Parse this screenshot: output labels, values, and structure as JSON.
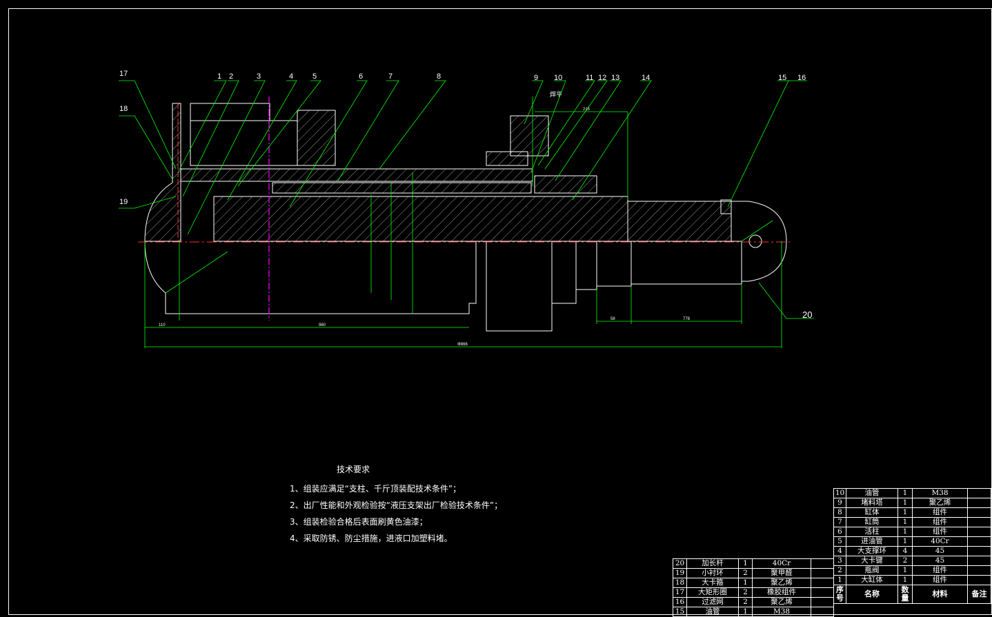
{
  "part_labels": [
    "1",
    "2",
    "3",
    "4",
    "5",
    "6",
    "7",
    "8",
    "9",
    "10",
    "11",
    "12",
    "13",
    "14",
    "15",
    "16",
    "17",
    "18",
    "19",
    "20"
  ],
  "annotation_note": "焊平",
  "dimensions": {
    "d_110": "110",
    "d_980": "980",
    "d_total": "Φ866",
    "d_58": "58",
    "d_778": "778",
    "d_top": "215"
  },
  "tech_requirements": {
    "title": "技术要求",
    "items": [
      "1、组装应满足“支柱、千斤顶装配技术条件”；",
      "2、出厂性能和外观检验按“液压支架出厂检验技术条件”；",
      "3、组装检验合格后表面刷黄色油漆；",
      "4、采取防锈、防尘措施，进液口加塑料堵。"
    ]
  },
  "bom_right": {
    "rows": [
      {
        "no": "10",
        "name": "油管",
        "qty": "1",
        "mat": "M38",
        "note": ""
      },
      {
        "no": "9",
        "name": "堵料塔",
        "qty": "1",
        "mat": "聚乙烯",
        "note": ""
      },
      {
        "no": "8",
        "name": "缸体",
        "qty": "1",
        "mat": "组件",
        "note": ""
      },
      {
        "no": "7",
        "name": "缸筒",
        "qty": "1",
        "mat": "组件",
        "note": ""
      },
      {
        "no": "6",
        "name": "活柱",
        "qty": "1",
        "mat": "组件",
        "note": ""
      },
      {
        "no": "5",
        "name": "进油管",
        "qty": "1",
        "mat": "40Cr",
        "note": ""
      },
      {
        "no": "4",
        "name": "大支撑环",
        "qty": "4",
        "mat": "45",
        "note": ""
      },
      {
        "no": "3",
        "name": "大卡键",
        "qty": "2",
        "mat": "45",
        "note": ""
      },
      {
        "no": "2",
        "name": "瓶阀",
        "qty": "1",
        "mat": "组件",
        "note": ""
      },
      {
        "no": "1",
        "name": "大缸体",
        "qty": "1",
        "mat": "组件",
        "note": ""
      }
    ],
    "header": {
      "no": "序号",
      "name": "名称",
      "qty": "数量",
      "mat": "材料",
      "note": "备注"
    }
  },
  "bom_left": {
    "rows": [
      {
        "no": "20",
        "name": "加长杆",
        "qty": "1",
        "mat": "40Cr"
      },
      {
        "no": "19",
        "name": "小衬环",
        "qty": "2",
        "mat": "聚甲醛"
      },
      {
        "no": "18",
        "name": "大卡箍",
        "qty": "1",
        "mat": "聚乙烯"
      },
      {
        "no": "17",
        "name": "大矩形圈",
        "qty": "2",
        "mat": "橡胶组件"
      },
      {
        "no": "16",
        "name": "过滤网",
        "qty": "2",
        "mat": "聚乙烯"
      },
      {
        "no": "15",
        "name": "油管",
        "qty": "1",
        "mat": "M38"
      }
    ]
  },
  "colors": {
    "line": "#ffffff",
    "leader": "#00ff00",
    "centerline": "#ff3333",
    "axis": "#ff00ff",
    "hatch": "#ffffff"
  }
}
